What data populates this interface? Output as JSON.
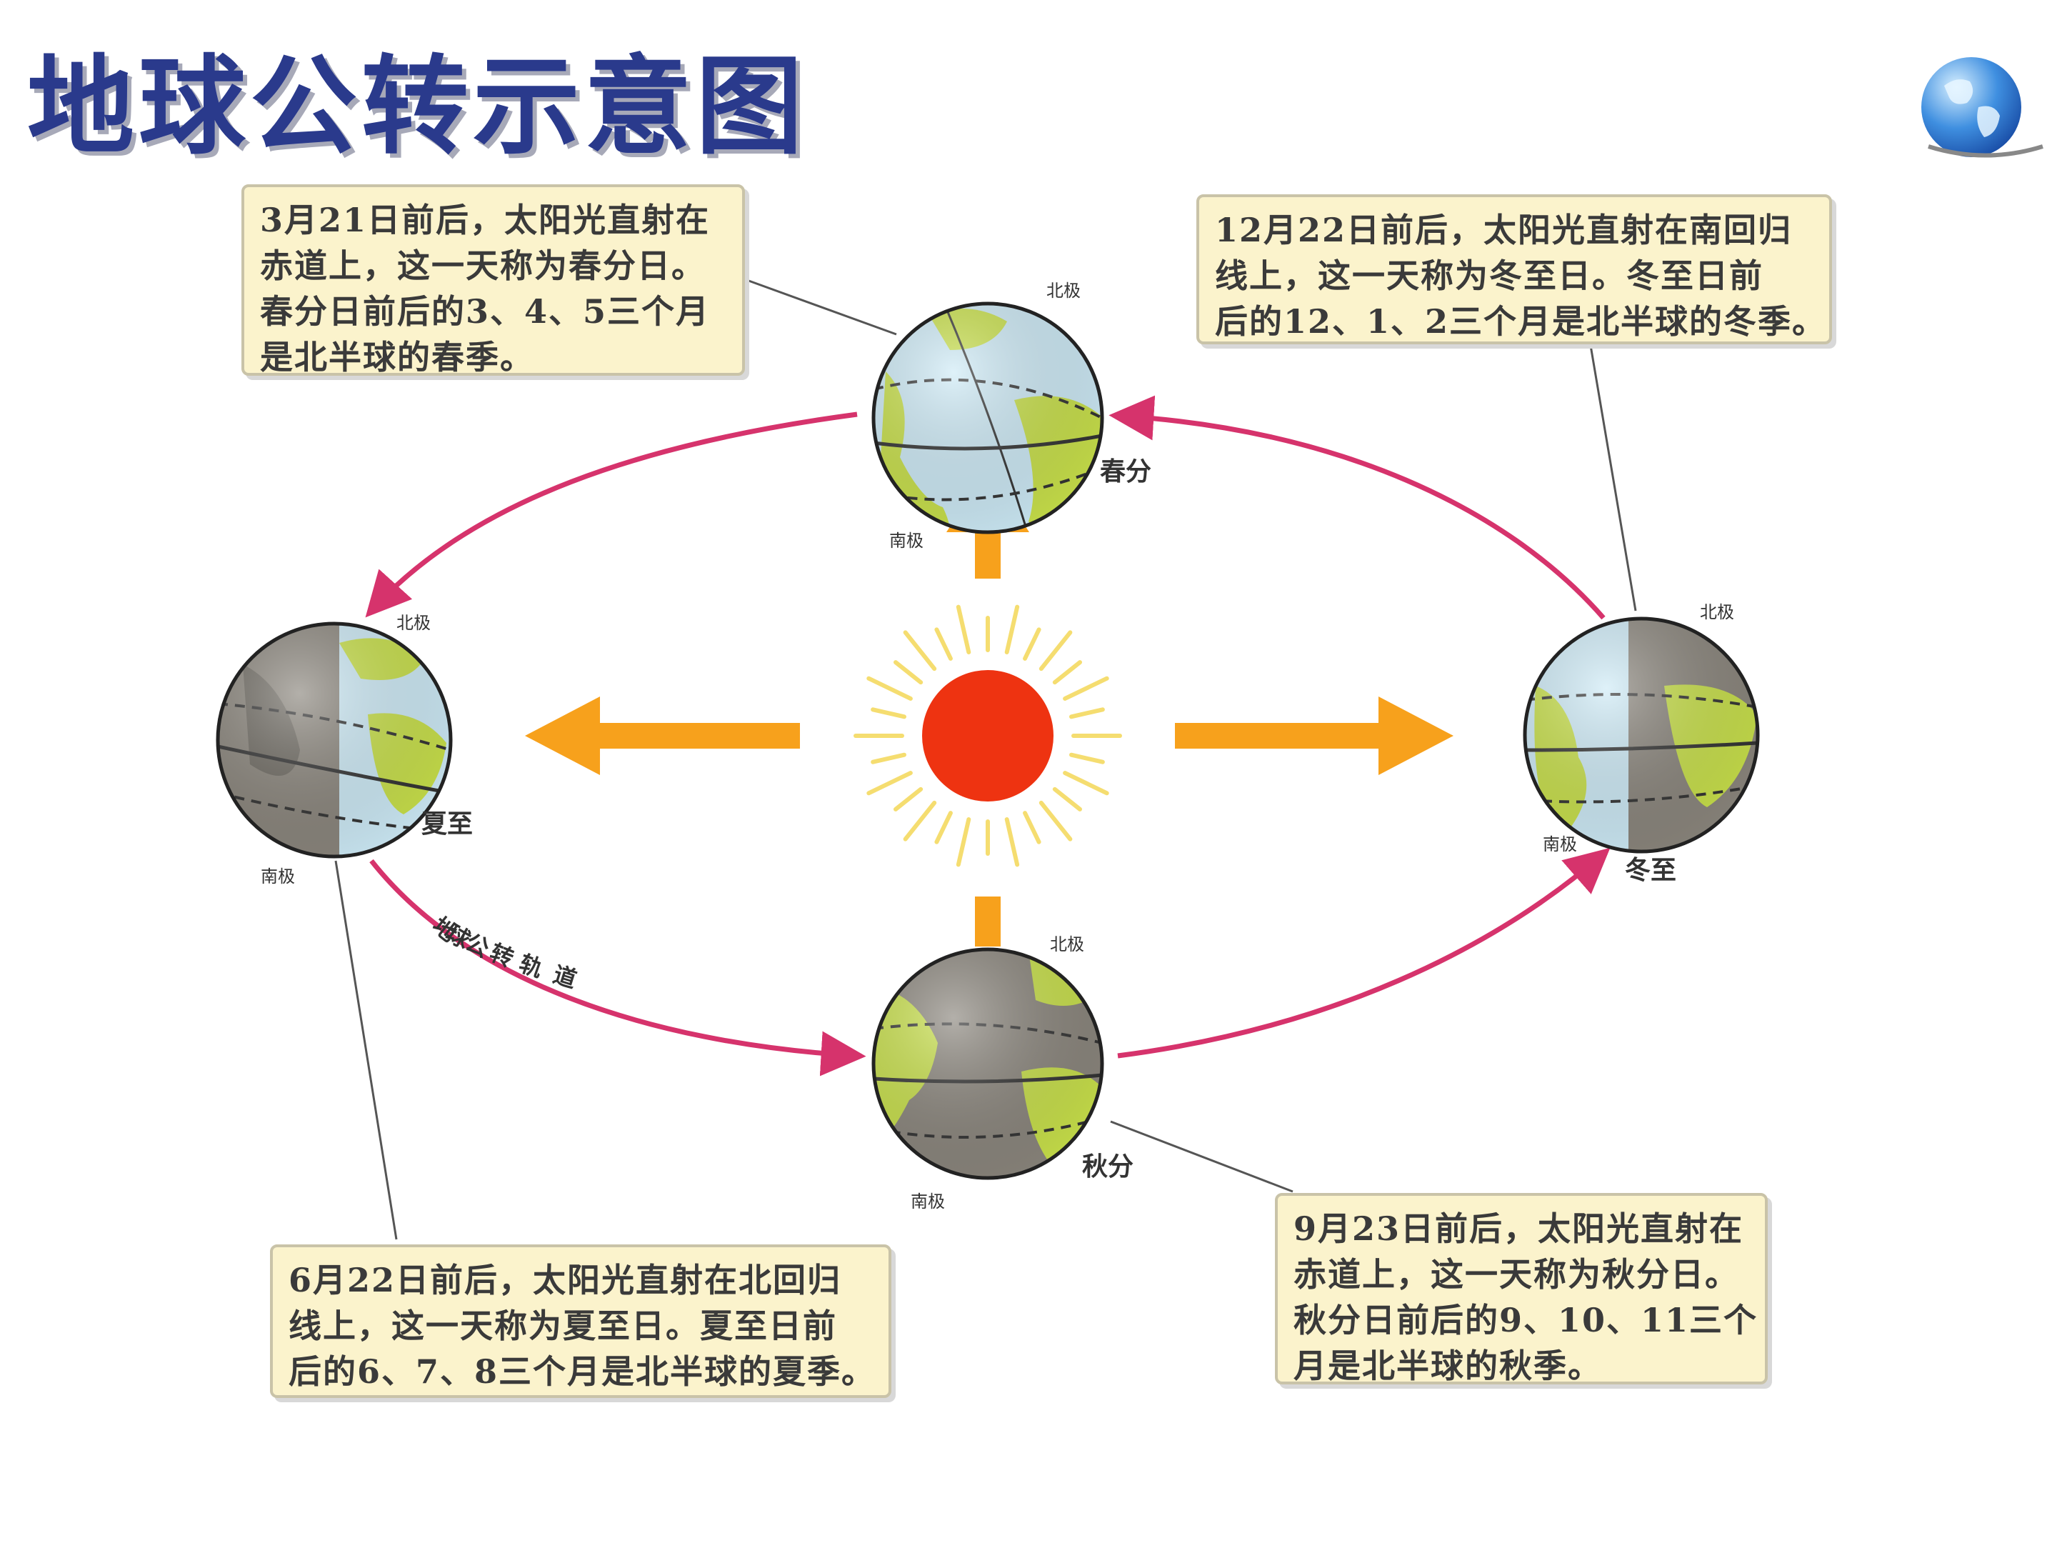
{
  "title": "地球公转示意图",
  "orbit_label": "地球公转轨道",
  "pole_north": "北极",
  "pole_south": "南极",
  "seasons": {
    "spring": {
      "label": "春分",
      "callout": [
        "3月21日前后，太阳光直射在",
        "赤道上，这一天称为春分日。",
        "春分日前后的3、4、5三个月",
        "是北半球的春季。"
      ]
    },
    "summer": {
      "label": "夏至",
      "callout": [
        "6月22日前后，太阳光直射在北回归",
        "线上，这一天称为夏至日。夏至日前",
        "后的6、7、8三个月是北半球的夏季。"
      ]
    },
    "autumn": {
      "label": "秋分",
      "callout": [
        "9月23日前后，太阳光直射在",
        "赤道上，这一天称为秋分日。",
        "秋分日前后的9、10、11三个",
        "月是北半球的秋季。"
      ]
    },
    "winter": {
      "label": "冬至",
      "callout": [
        "12月22日前后，太阳光直射在南回归",
        "线上，这一天称为冬至日。冬至日前",
        "后的12、1、2三个月是北半球的冬季。"
      ]
    }
  },
  "colors": {
    "orbit": "#d6336c",
    "sun": "#ee3311",
    "sun_ray": "#f5dd70",
    "arrow": "#f7a11c",
    "ocean": "#cdeaf6",
    "land": "#c8e04a",
    "night": "#8a857c",
    "title": "#2a3a8c"
  }
}
